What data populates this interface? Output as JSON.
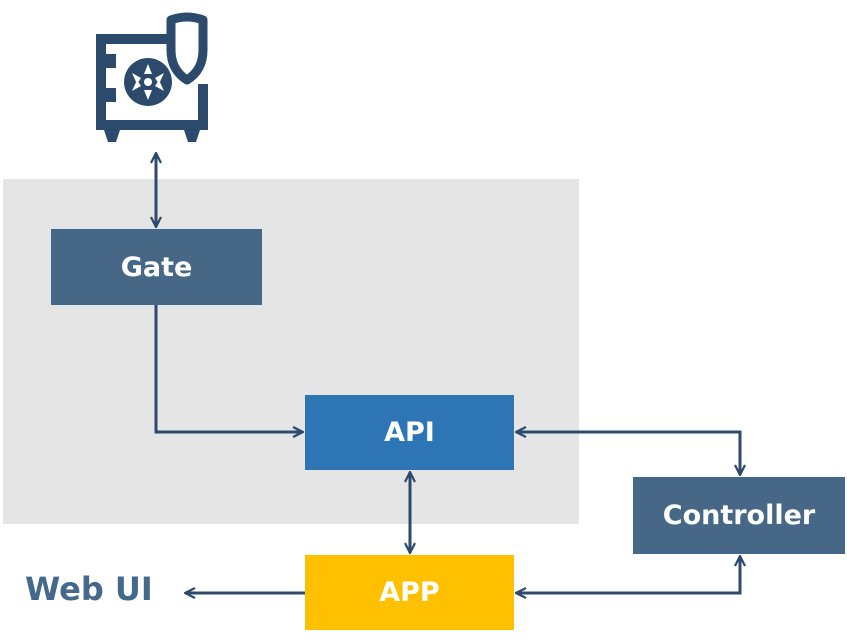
{
  "diagram": {
    "group": {
      "label": ""
    },
    "nodes": {
      "gate": {
        "label": "Gate"
      },
      "api": {
        "label": "API"
      },
      "controller": {
        "label": "Controller"
      },
      "app": {
        "label": "APP"
      },
      "webui": {
        "label": "Web UI"
      },
      "vault": {
        "icon": "vault-shield-icon"
      }
    },
    "edges": [
      {
        "from": "vault",
        "to": "gate",
        "direction": "bidirectional"
      },
      {
        "from": "gate",
        "to": "api",
        "direction": "forward"
      },
      {
        "from": "api",
        "to": "controller",
        "direction": "bidirectional"
      },
      {
        "from": "api",
        "to": "app",
        "direction": "bidirectional"
      },
      {
        "from": "app",
        "to": "controller",
        "direction": "bidirectional"
      },
      {
        "from": "app",
        "to": "webui",
        "direction": "forward"
      }
    ],
    "colors": {
      "group_bg": "#e5e5e5",
      "gate": "#466886",
      "api": "#2e75b6",
      "controller": "#466886",
      "app": "#ffc000",
      "edge": "#2c4a6b",
      "icon": "#2c4a6b",
      "webui_text": "#44698a"
    }
  }
}
